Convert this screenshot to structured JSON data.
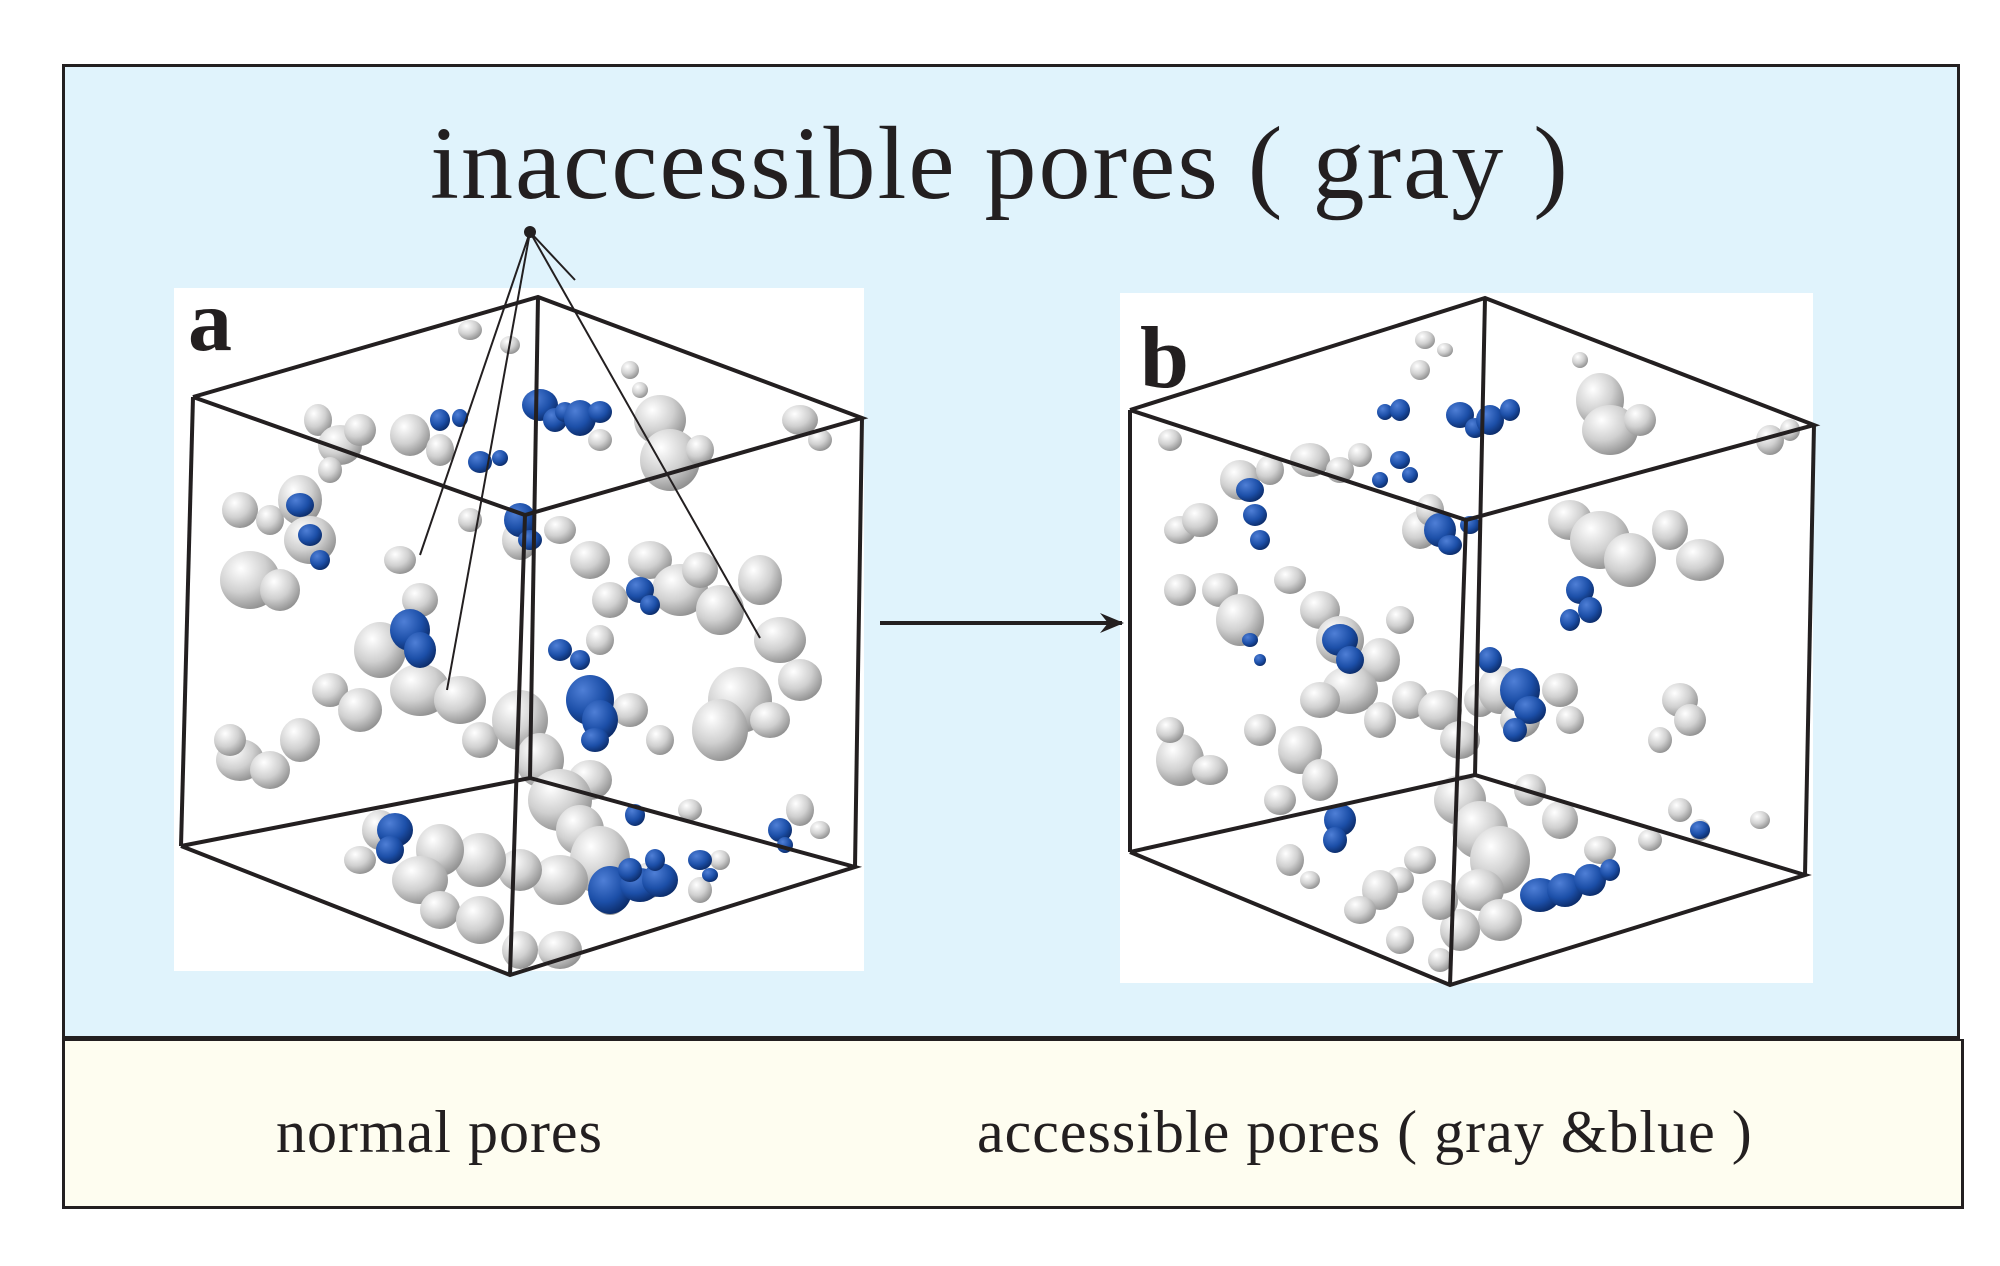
{
  "title": "inaccessible pores ( gray )",
  "panel_a": {
    "label": "a",
    "caption": "normal pores"
  },
  "panel_b": {
    "label": "b",
    "caption": "accessible pores ( gray &blue )"
  },
  "colors": {
    "upper_background": "#e0f3fc",
    "lower_background": "#fefdf0",
    "gray_pore": "#c4c4c4",
    "blue_pore": "#1c4fa8",
    "frame": "#231f20"
  }
}
